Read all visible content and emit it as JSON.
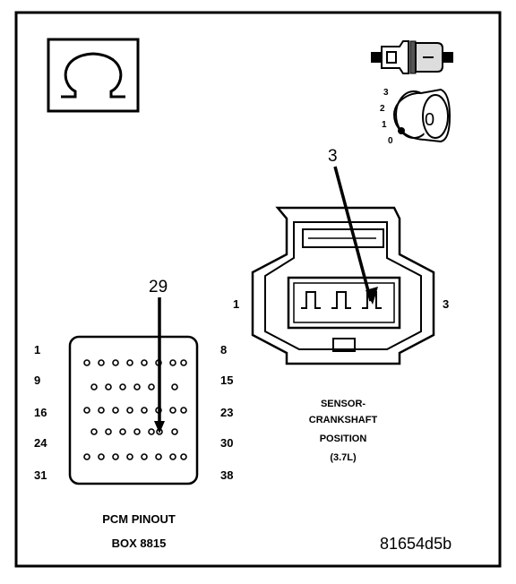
{
  "connector_icon": {
    "name": "ohm-icon"
  },
  "ignition": {
    "positions": [
      "3",
      "2",
      "1",
      "0"
    ],
    "key_label": "0"
  },
  "sensor_connector": {
    "callout": "3",
    "left_pin_label": "1",
    "right_pin_label": "3",
    "caption": [
      "SENSOR-",
      "CRANKSHAFT",
      "POSITION",
      "(3.7L)"
    ]
  },
  "pcm": {
    "callout": "29",
    "left_labels": [
      "1",
      "9",
      "16",
      "24",
      "31"
    ],
    "right_labels": [
      "8",
      "15",
      "23",
      "30",
      "38"
    ],
    "caption": [
      "PCM PINOUT",
      "BOX 8815"
    ]
  },
  "figure_code": "81654d5b"
}
